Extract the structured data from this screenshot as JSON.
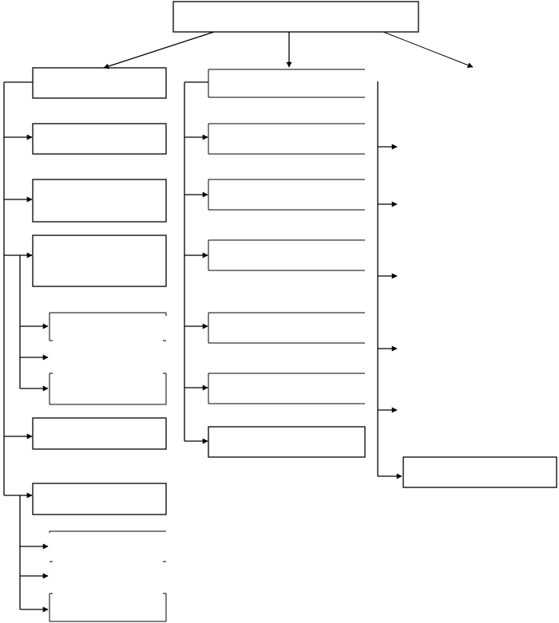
{
  "diagram": {
    "root": {
      "text": ""
    },
    "left_column": [
      {
        "id": "left-box-1",
        "text": ""
      },
      {
        "id": "left-box-2",
        "text": ""
      },
      {
        "id": "left-box-3",
        "text": ""
      },
      {
        "id": "left-box-4",
        "text": "",
        "children": [
          {
            "id": "left-sub-4-1",
            "text": ""
          },
          {
            "id": "left-sub-4-2",
            "text": ""
          },
          {
            "id": "left-sub-4-3",
            "text": ""
          }
        ]
      },
      {
        "id": "left-box-5",
        "text": ""
      },
      {
        "id": "left-box-6",
        "text": "",
        "children": [
          {
            "id": "left-sub-6-1",
            "text": ""
          },
          {
            "id": "left-sub-6-2",
            "text": ""
          },
          {
            "id": "left-sub-6-3",
            "text": ""
          }
        ]
      }
    ],
    "middle_column": [
      {
        "id": "mid-box-1",
        "text": ""
      },
      {
        "id": "mid-box-2",
        "text": ""
      },
      {
        "id": "mid-box-3",
        "text": ""
      },
      {
        "id": "mid-box-4",
        "text": ""
      },
      {
        "id": "mid-box-5",
        "text": ""
      },
      {
        "id": "mid-box-6",
        "text": ""
      },
      {
        "id": "mid-box-7",
        "text": ""
      }
    ],
    "right_column": [
      {
        "id": "right-item-1",
        "text": ""
      },
      {
        "id": "right-item-2",
        "text": ""
      },
      {
        "id": "right-item-3",
        "text": ""
      },
      {
        "id": "right-item-4",
        "text": ""
      },
      {
        "id": "right-item-5",
        "text": ""
      },
      {
        "id": "right-box-6",
        "text": ""
      }
    ],
    "colors": {
      "stroke": "#000000",
      "background": "#ffffff"
    }
  }
}
